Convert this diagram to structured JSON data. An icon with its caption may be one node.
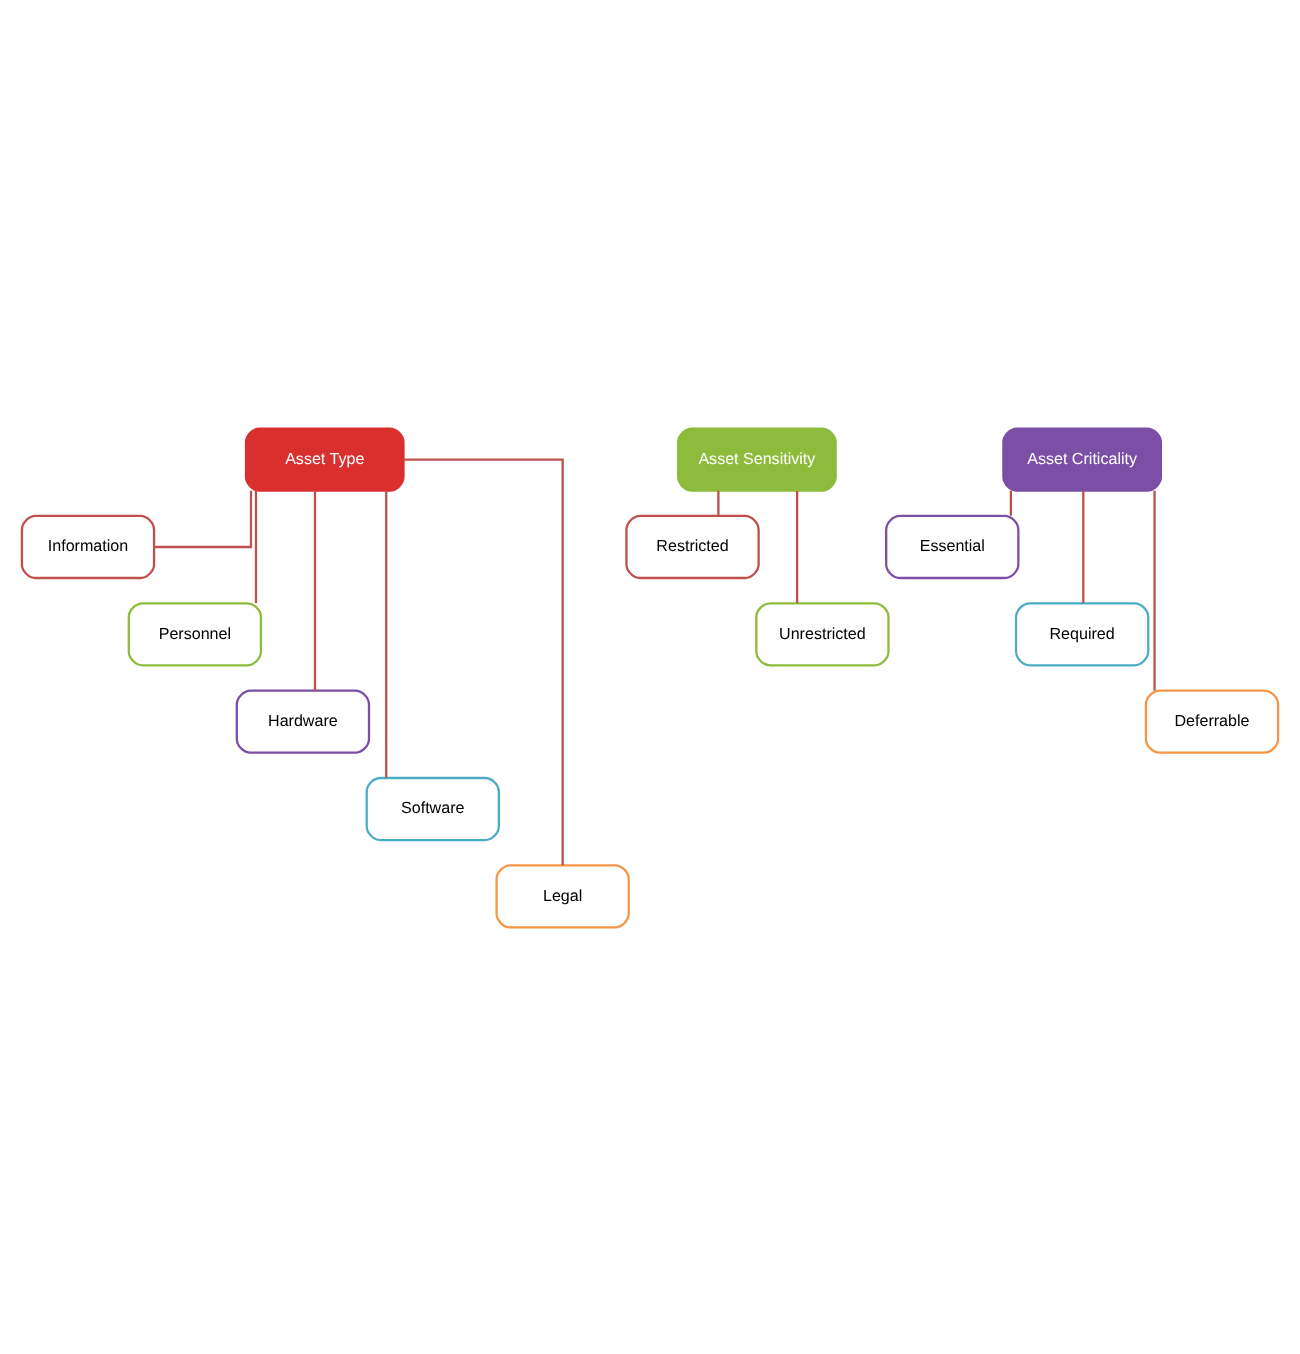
{
  "diagram": {
    "nodes": [
      {
        "text": [
          "Asset Type"
        ]
      },
      {
        "text": [
          "Information"
        ]
      },
      {
        "text": [
          "Personnel"
        ]
      },
      {
        "text": [
          "Hardware"
        ]
      },
      {
        "text": [
          "Software"
        ]
      },
      {
        "text": [
          "Legal"
        ]
      },
      {
        "text": [
          "Asset Sensitivity"
        ]
      },
      {
        "text": [
          "Restricted"
        ]
      },
      {
        "text": [
          "Unrestricted"
        ]
      },
      {
        "text": [
          "Asset Criticality"
        ]
      },
      {
        "text": [
          "Essential"
        ]
      },
      {
        "text": [
          "Required"
        ]
      },
      {
        "text": [
          "Deferrable"
        ]
      }
    ],
    "edges": [
      {
        "from": 0,
        "to": 1,
        "arrow": "none"
      },
      {
        "from": 0,
        "to": 2,
        "arrow": "none"
      },
      {
        "from": 0,
        "to": 3,
        "arrow": "none"
      },
      {
        "from": 0,
        "to": 4,
        "arrow": "none"
      },
      {
        "from": 0,
        "to": 5,
        "arrow": "none"
      },
      {
        "from": 6,
        "to": 7,
        "arrow": "none"
      },
      {
        "from": 6,
        "to": 8,
        "arrow": "none"
      },
      {
        "from": 9,
        "to": 10,
        "arrow": "none"
      },
      {
        "from": 9,
        "to": 11,
        "arrow": "none"
      },
      {
        "from": 9,
        "to": 12,
        "arrow": "none"
      }
    ]
  }
}
